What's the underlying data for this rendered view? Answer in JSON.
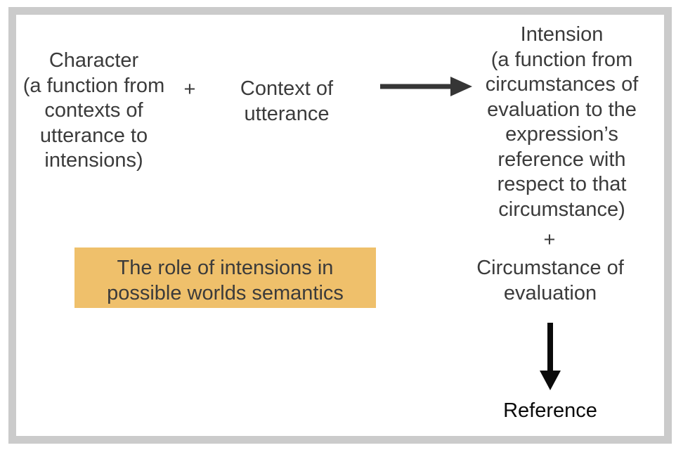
{
  "colors": {
    "frame_border": "#cbcbcb",
    "background": "#ffffff",
    "text": "#3b3b3b",
    "emphasis_text": "#0a0a0a",
    "highlight_fill": "#efc06b",
    "arrow_right": "#363636",
    "arrow_down": "#0a0a0a"
  },
  "diagram": {
    "character_text": "Character\n(a function from\ncontexts of\nutterance to\nintensions)",
    "plus_left": "+",
    "context_text": "Context of\nutterance",
    "intension_text": "Intension\n(a function from\ncircumstances of\nevaluation to the\nexpression’s\nreference with\nrespect to that\ncircumstance)",
    "plus_right": "+",
    "circumstance_text": "Circumstance of\nevaluation",
    "reference_text": "Reference",
    "highlight_text": "The role of intensions in\npossible worlds semantics"
  }
}
